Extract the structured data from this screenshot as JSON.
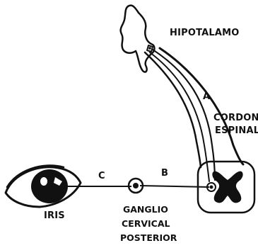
{
  "labels": {
    "hypothalamus": "HIPOTALAMO",
    "spinal_cord": [
      "CORDON",
      "ESPINAL"
    ],
    "iris": "IRIS",
    "ganglion": [
      "GANGLIO",
      "CERVICAL",
      "POSTERIOR"
    ],
    "path_a": "A",
    "path_b": "B",
    "path_c": "C"
  }
}
